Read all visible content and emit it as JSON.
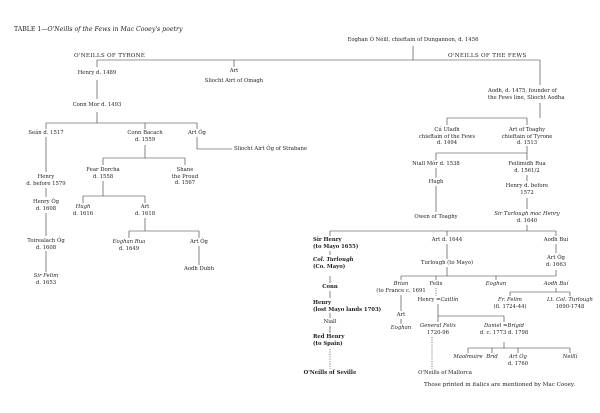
{
  "table": {
    "number": "TABLE 1",
    "title": "O'Neills of the Fews in Mac Cooey's poetry",
    "note": "Those printed in italics are mentioned by Mac Cooey."
  },
  "branches": {
    "tyrone": "O'NEILLS OF TYRONE",
    "fews": "O'NEILLS OF THE FEWS"
  },
  "nodes": {
    "eoghan": "Eoghan Ó Néill, chieftain of Dungannon, d. 1456",
    "henry_1489": "Henry d. 1489",
    "art_omagh": "Art",
    "sliocht_omagh": "Sliocht Airt of Omagh",
    "aodh_1475": "Aodh, d. 1475, founder of",
    "aodh_1475_b": "the Fews line, Sliocht Aodha",
    "conn_mor": "Conn Mor d. 1493",
    "cu_uladh": "Cú Uladh",
    "cu_uladh_b": "chieftain of the Fews",
    "cu_uladh_c": "d. 1494",
    "art_toaghy": "Art of Toaghy",
    "art_toaghy_b": "chieftain of Tyrone",
    "art_toaghy_c": "d. 1513",
    "sean": "Seán d. 1517",
    "conn_bacach": "Conn Bacach",
    "conn_bacach_b": "d. 1559",
    "art_og_1": "Art Óg",
    "sliocht_strabane": "Sliocht Airt Óg of Strabane",
    "niall_mor": "Niall Mór d. 1538",
    "feilimidh": "Feilimidh Rua",
    "feilimidh_b": "d. 1561/2",
    "henry_1579": "Henry",
    "henry_1579_b": "d. before 1579",
    "fear_dorcha": "Fear Dorcha",
    "fear_dorcha_b": "d. 1558",
    "shane": "Shane",
    "shane_b": "the Proud",
    "shane_c": "d. 1567",
    "hugh_toaghy": "Hugh",
    "henry_1572": "Henry d. before",
    "henry_1572_b": "1572",
    "henry_og": "Henry Óg",
    "henry_og_b": "d. 1608",
    "hugh_1616": "Hugh",
    "hugh_1616_b": "d. 1616",
    "art_1618": "Art",
    "art_1618_b": "d. 1618",
    "owen_toaghy": "Owen of Toaghy",
    "sir_turlough": "Sir Turlough mac Henry",
    "sir_turlough_b": "d. 1640",
    "toirealach": "Toirealach Óg",
    "toirealach_b": "d. 1608",
    "eoghan_rua": "Eoghan Rua",
    "eoghan_rua_b": "d. 1649",
    "art_og_2": "Art Óg",
    "sir_felim": "Sir Felim",
    "sir_felim_b": "d. 1653",
    "aodh_dubh": "Aodh Dubh",
    "sir_henry": "Sir Henry",
    "sir_henry_b": "(to Mayo 1655)",
    "art_1644": "Art d. 1644",
    "aodh_bui_1": "Aodh Buí",
    "col_turlough": "Col. Turlough",
    "col_turlough_b": "(Co. Mayo)",
    "turlough_mayo": "Turlough (to Mayo)",
    "art_og_1663": "Art Óg",
    "art_og_1663_b": "d. 1663",
    "conn": "Conn",
    "brian": "Brian",
    "brian_b": "(to France c. 1691",
    "felix": "Felix",
    "eoghan_2": "Eoghan",
    "aodh_bui_2": "Aodh Buí",
    "henry_mayo": "Henry",
    "henry_mayo_b": "(lost Mayo lands 1703)",
    "henry_caitlin_1": "Henry =",
    "henry_caitlin_2": "Caitlín",
    "fr_felim": "Fr. Felim",
    "fr_felim_b": "(fl. 1724-44)",
    "lt_col": "Lt. Col. Turlough",
    "lt_col_b": "1690-1748",
    "niall": "Niall",
    "art_3": "Art",
    "red_henry": "Red Henry",
    "red_henry_b": "(to Spain)",
    "eoghan_3": "Eoghan",
    "gen_felix": "General Felix",
    "gen_felix_b": "1720-96",
    "daniel_1": "Daniel =",
    "daniel_2": "Brigid",
    "daniel_b": "d. c. 1773",
    "daniel_c": "d. 1798",
    "maolmuire": "Maolmuire",
    "brid": "Bríd",
    "art_og_1760": "Art Óg",
    "art_og_1760_b": "d. 1760",
    "neilli": "Neillí",
    "oneills_seville": "O'Neills of Seville",
    "oneills_mallorca": "O'Neills of Mallorca"
  }
}
